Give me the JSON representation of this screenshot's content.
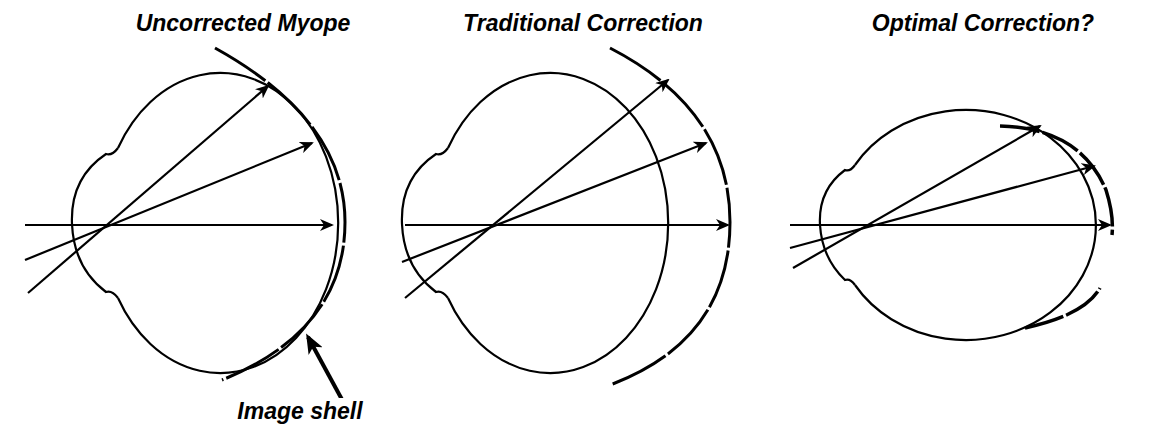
{
  "diagram": {
    "labels": [
      "Uncorrected Myope",
      "Traditional Correction",
      "Optimal Correction?",
      "Image shell"
    ]
  }
}
